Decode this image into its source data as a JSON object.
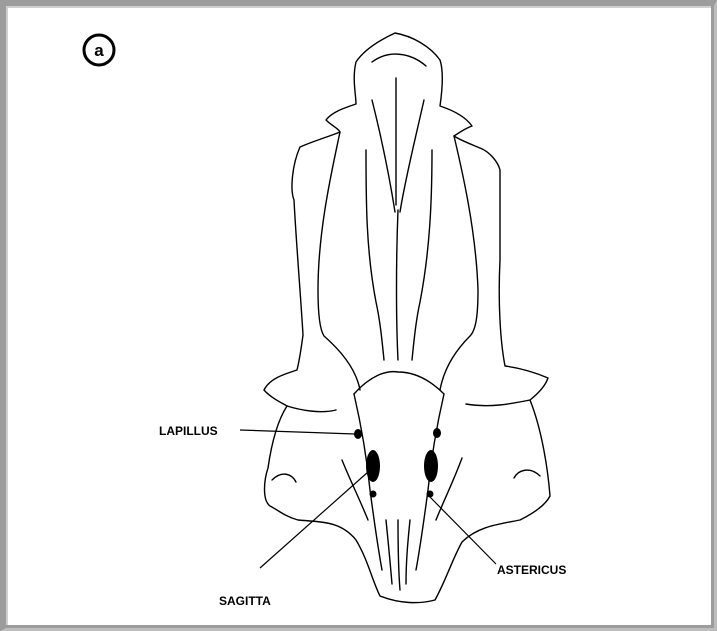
{
  "panel_label": "a",
  "labels": {
    "lapillus": "LAPILLUS",
    "sagitta": "SAGITTA",
    "astericus": "ASTERICUS"
  },
  "colors": {
    "line": "#000000",
    "background": "#ffffff",
    "frame": "#9c9c9c"
  }
}
